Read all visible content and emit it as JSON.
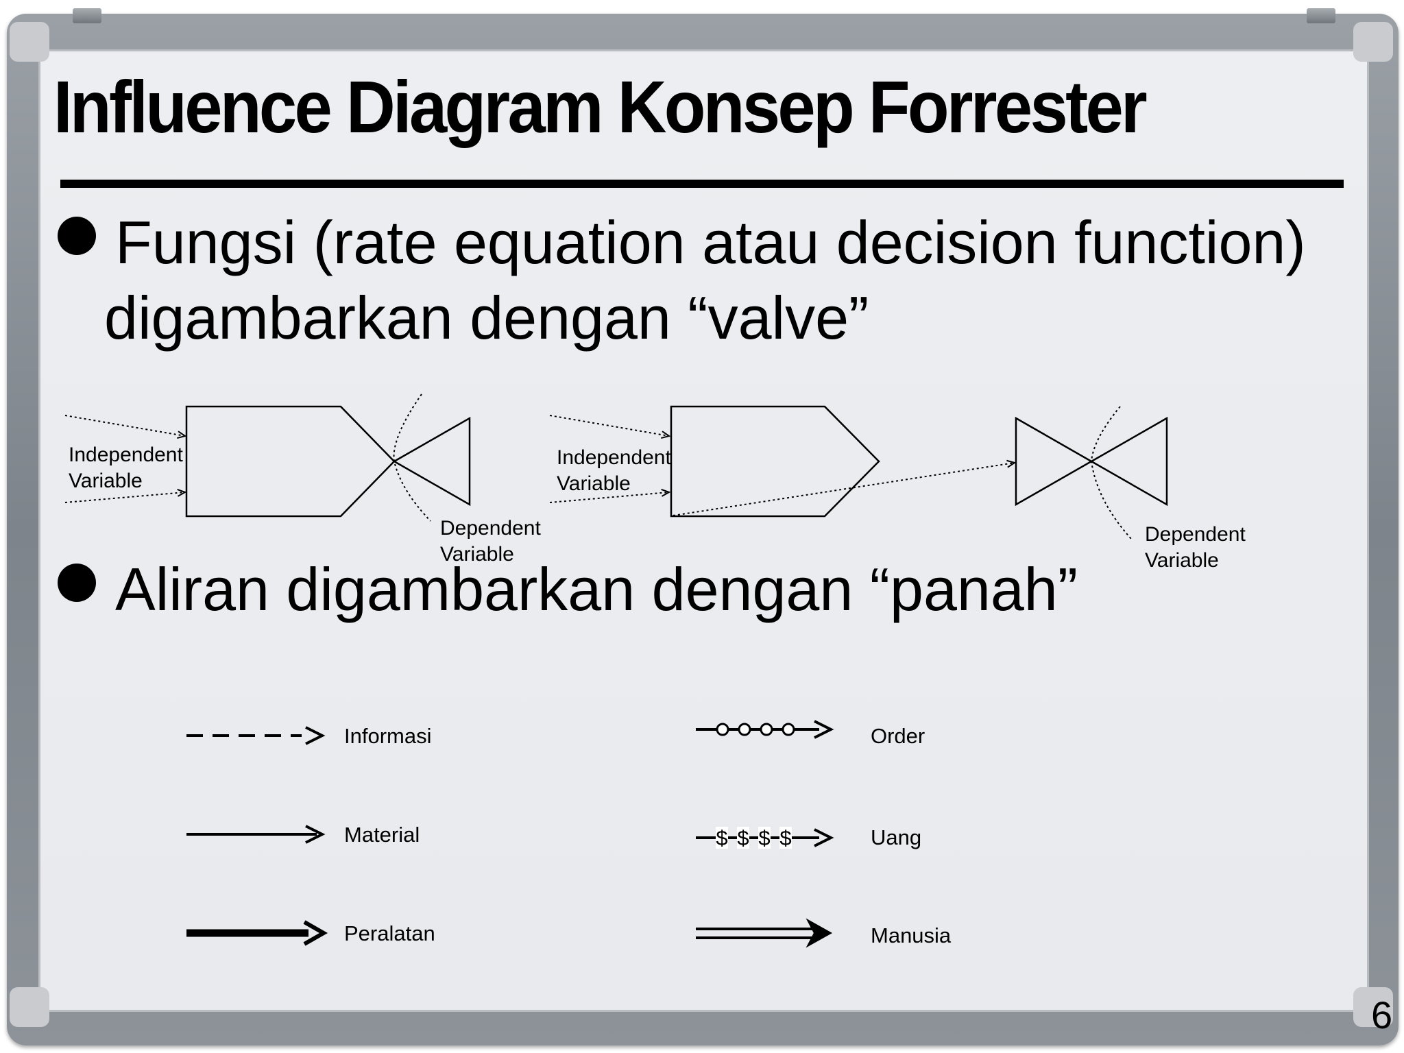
{
  "slide": {
    "title": "Influence Diagram Konsep Forrester",
    "page_number": "6"
  },
  "bullets": [
    {
      "line1": "Fungsi (rate equation atau decision function)",
      "line2": "digambarkan dengan “valve”"
    },
    {
      "line1": "Aliran digambarkan dengan “panah”"
    }
  ],
  "valve_diagram": {
    "left": {
      "input_label": "Independent",
      "input_label2": "Variable",
      "output_label": "Dependent",
      "output_label2": "Variable"
    },
    "right": {
      "input_label": "Independent",
      "input_label2": "Variable",
      "output_label": "Dependent",
      "output_label2": "Variable"
    }
  },
  "legend": [
    {
      "label": "Informasi",
      "style": "dashed"
    },
    {
      "label": "Material",
      "style": "thin-solid"
    },
    {
      "label": "Peralatan",
      "style": "thick-solid"
    },
    {
      "label": "Order",
      "style": "circles"
    },
    {
      "label": "Uang",
      "style": "dollar",
      "symbol": "$"
    },
    {
      "label": "Manusia",
      "style": "double"
    }
  ],
  "colors": {
    "ink": "#000000",
    "board": "#eaebee",
    "frame": "#878d93"
  }
}
